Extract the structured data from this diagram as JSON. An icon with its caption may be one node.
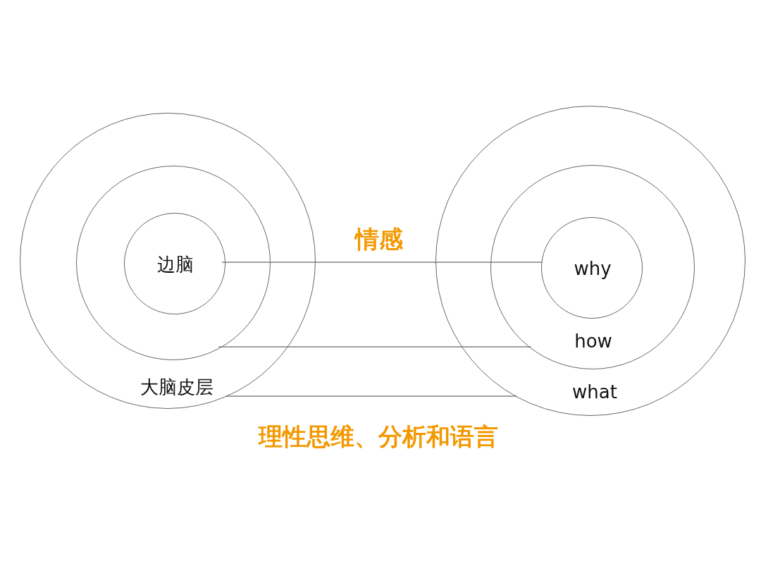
{
  "diagram": {
    "nodes": [
      {
        "text": [
          "大脑皮层"
        ]
      },
      {
        "text": [],
        "shape": "circle",
        "in": 0
      },
      {
        "text": [
          "边脑"
        ],
        "in": 1
      },
      {
        "text": [
          "what"
        ]
      },
      {
        "text": [
          "how"
        ],
        "in": 3
      },
      {
        "text": [
          "why"
        ],
        "in": 4
      }
    ],
    "edges": [
      {
        "from": 2,
        "to": 5,
        "arrow": "none"
      },
      {
        "from": 1,
        "to": 4,
        "arrow": "none"
      },
      {
        "from": 0,
        "to": 3,
        "arrow": "none"
      }
    ],
    "labels": [
      "情感",
      "理性思维、分析和语言"
    ]
  }
}
